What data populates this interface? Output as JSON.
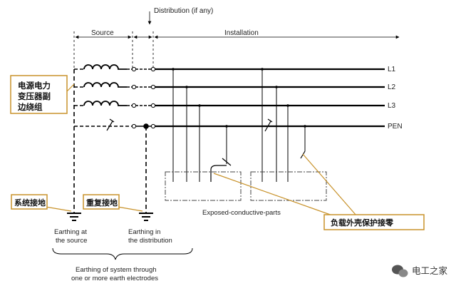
{
  "header": {
    "distribution_label": "Distribution (if any)",
    "source_label": "Source",
    "installation_label": "Installation"
  },
  "lines": {
    "l1": "L1",
    "l2": "L2",
    "l3": "L3",
    "pen": "PEN"
  },
  "callouts": {
    "transformer": [
      "电源电力",
      "变压器副",
      "边绕组"
    ],
    "system_earthing": "系统接地",
    "repeat_earthing": "重复接地",
    "enclosure_neutral": "负载外壳保护接零"
  },
  "labels": {
    "exposed_parts": "Exposed-conductive-parts",
    "earthing_source": [
      "Earthing at",
      "the source"
    ],
    "earthing_distribution": [
      "Earthing in",
      "the distribution"
    ],
    "earthing_system": [
      "Earthing of system through",
      "one or more earth electrodes"
    ]
  },
  "watermark": {
    "text": "电工之家"
  },
  "colors": {
    "callout_border": "#c8922a",
    "line": "#000000"
  }
}
